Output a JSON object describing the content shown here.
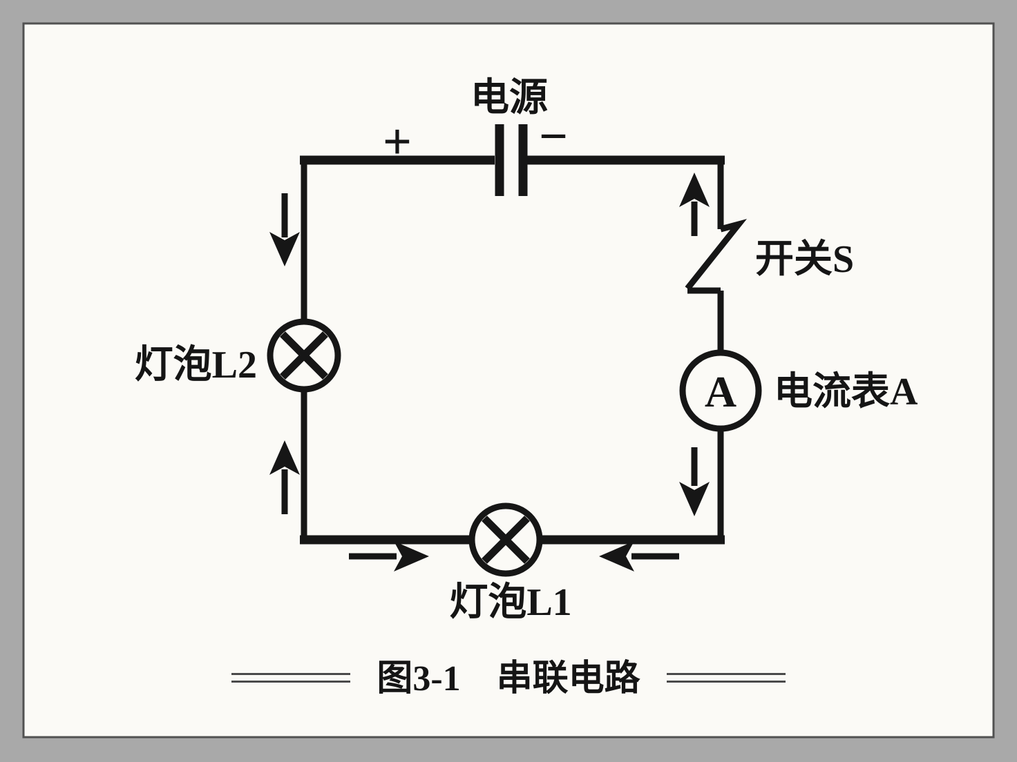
{
  "figure": {
    "caption": "图3-1　串联电路",
    "power": {
      "label": "电源",
      "plus": "+",
      "minus": "−"
    },
    "switch": {
      "label": "开关S"
    },
    "ammeter": {
      "label": "电流表A",
      "symbol": "A"
    },
    "bulb_left": {
      "label": "灯泡L2"
    },
    "bulb_bottom": {
      "label": "灯泡L1"
    },
    "colors": {
      "ink": "#161616",
      "page_background": "#fbfaf6",
      "mat_background": "#a9a9a9",
      "page_border": "#515151",
      "caption_rule": "#4a4a4a"
    }
  }
}
